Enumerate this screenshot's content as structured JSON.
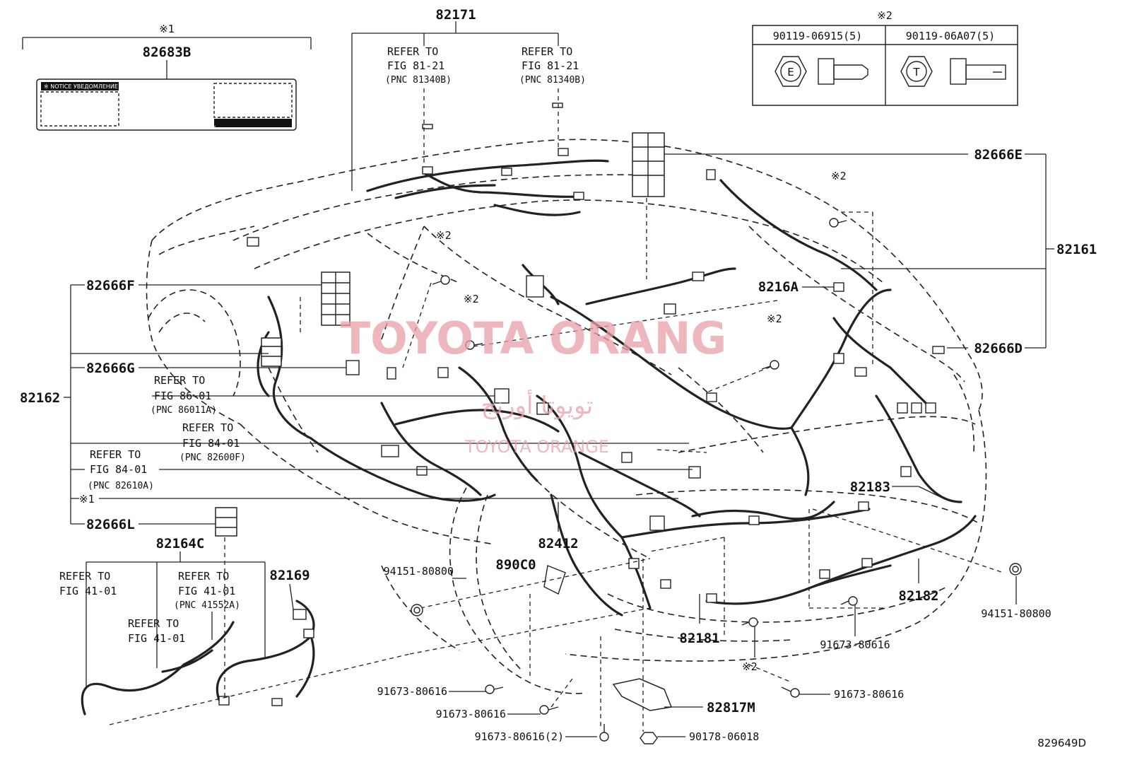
{
  "callouts": {
    "p82171": "82171",
    "p82683b": "82683B",
    "note1_top": "※1",
    "note2_top": "※2",
    "p82666e": "82666E",
    "p82161": "82161",
    "p82666f": "82666F",
    "p82666g": "82666G",
    "p82162": "82162",
    "p82666l": "82666L",
    "note1_side": "※1",
    "p82164c": "82164C",
    "p82169": "82169",
    "p8216a": "8216A",
    "p82666d": "82666D",
    "p82183": "82183",
    "p82182": "82182",
    "p82412": "82412",
    "p890c0": "890C0",
    "p82181": "82181",
    "p82817m": "82817M",
    "note2_a": "※2",
    "note2_b": "※2",
    "note2_c": "※2",
    "note2_d": "※2",
    "note2_e": "※2"
  },
  "refers": {
    "r1": {
      "line1": "REFER TO",
      "line2": "FIG 81-21",
      "line3": "(PNC 81340B)"
    },
    "r2": {
      "line1": "REFER TO",
      "line2": "FIG 81-21",
      "line3": "(PNC 81340B)"
    },
    "r3": {
      "line1": "REFER TO",
      "line2": "FIG 86-01",
      "line3": "(PNC 86011A)"
    },
    "r4": {
      "line1": "REFER TO",
      "line2": "FIG 84-01",
      "line3": "(PNC 82600F)"
    },
    "r5": {
      "line1": "REFER TO",
      "line2": "FIG 84-01",
      "line3": "(PNC 82610A)"
    },
    "r6": {
      "line1": "REFER TO",
      "line2": "FIG 41-01"
    },
    "r7": {
      "line1": "REFER TO",
      "line2": "FIG 41-01",
      "line3": "(PNC 41552A)"
    },
    "r8": {
      "line1": "REFER TO",
      "line2": "FIG 41-01"
    }
  },
  "fasteners": {
    "f94151_left": "94151-80800",
    "f94151_right": "94151-80800",
    "f91673_a": "91673-80616",
    "f91673_b": "91673-80616",
    "f91673_c": "91673-80616(2)",
    "f91673_d": "91673-80616",
    "f91673_e": "91673-80616",
    "f90178": "90178-06018"
  },
  "bolt_table": {
    "col1_header": "90119-06915(5)",
    "col2_header": "90119-06A07(5)",
    "col1_mark": "E",
    "col2_mark": "T"
  },
  "notice_label": {
    "text_top": "※ NOTICE УВЕДОМЛЕНИЕ",
    "text_bottom": "※ NOTICE УВЕДОМЛЕНИЕ"
  },
  "watermark": {
    "main": "TOYOTA ORANG",
    "arabic": "تويوتا أورنج",
    "sub": "TOYOTA ORANGE"
  },
  "diagram_code": "829649D"
}
